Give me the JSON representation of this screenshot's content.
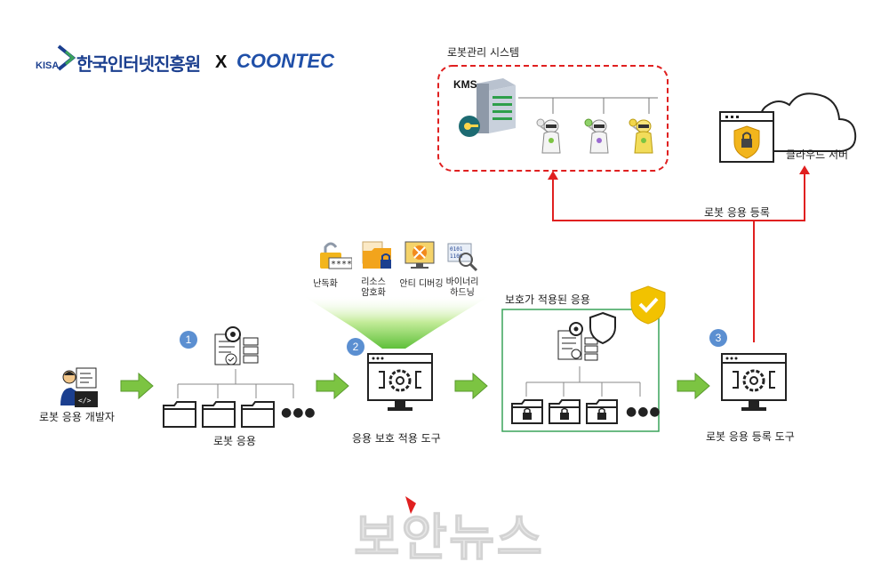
{
  "logos": {
    "kisa_small": "KISA",
    "kisa_korean": "한국인터넷진흥원",
    "x": "X",
    "coontec": "COONTEC"
  },
  "robot_mgmt": {
    "title": "로봇관리 시스템",
    "kms": "KMS"
  },
  "cloud": {
    "label": "클라우드 서버",
    "register_label": "로봇 응용 등록"
  },
  "techniques": [
    {
      "label": "난독화",
      "icon": "lock-password-icon"
    },
    {
      "label": "리소스\n암호화",
      "icon": "folder-lock-icon"
    },
    {
      "label": "안티 디버깅",
      "icon": "anti-debug-icon"
    },
    {
      "label": "바이너리\n하드닝",
      "icon": "binary-search-icon"
    }
  ],
  "flow": {
    "developer": "로봇 응용 개발자",
    "app": "로봇 응용",
    "protect_tool": "응용 보호 적용 도구",
    "protected_app_title": "보호가 적용된 응용",
    "register_tool": "로봇 응용 등록 도구",
    "step1": "1",
    "step2": "2",
    "step3": "3",
    "ellipsis": "●●●"
  },
  "watermark": "보안뉴스",
  "colors": {
    "navy": "#1b3f8f",
    "red": "#e02020",
    "green_box": "#3aa35a",
    "arrow_green": "#7cc442",
    "step_blue": "#5b8fd1",
    "shield_gold": "#f2c200"
  }
}
